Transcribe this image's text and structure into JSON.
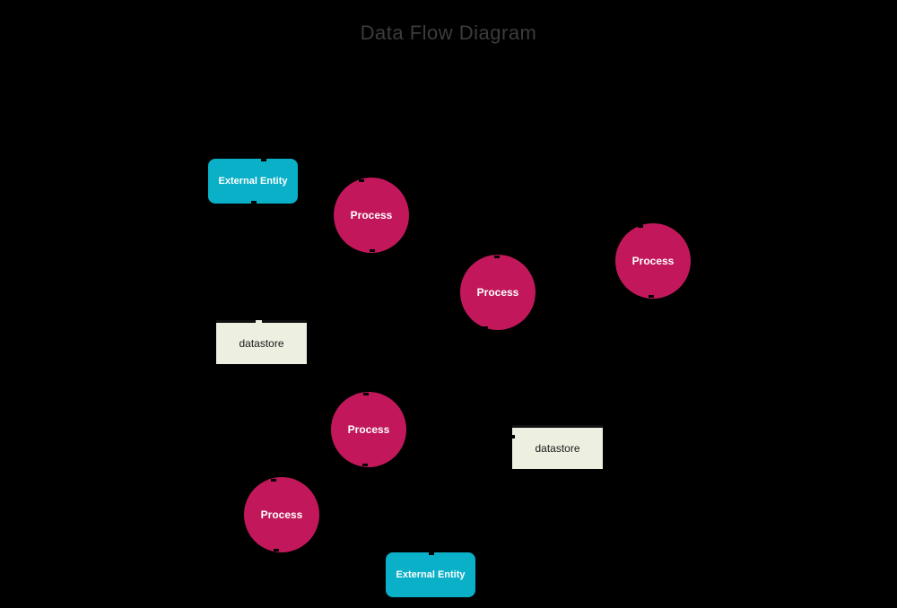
{
  "title": "Data Flow Diagram",
  "colors": {
    "background": "#000000",
    "title_text": "#3c3c3c",
    "external_entity_fill": "#0ab0c8",
    "process_fill": "#c2185b",
    "datastore_fill": "#edf0e0",
    "datastore_top_border": "#111111",
    "light_label_text": "#ffffff",
    "datastore_label_text": "#1a1a1a"
  },
  "nodes": {
    "external_entity_top": {
      "type": "external-entity",
      "label": "External Entity"
    },
    "process_1": {
      "type": "process",
      "label": "Process"
    },
    "process_2": {
      "type": "process",
      "label": "Process"
    },
    "process_3": {
      "type": "process",
      "label": "Process"
    },
    "datastore_left": {
      "type": "datastore",
      "label": "datastore"
    },
    "process_4": {
      "type": "process",
      "label": "Process"
    },
    "datastore_right": {
      "type": "datastore",
      "label": "datastore"
    },
    "process_5": {
      "type": "process",
      "label": "Process"
    },
    "external_entity_bottom": {
      "type": "external-entity",
      "label": "External Entity"
    }
  }
}
